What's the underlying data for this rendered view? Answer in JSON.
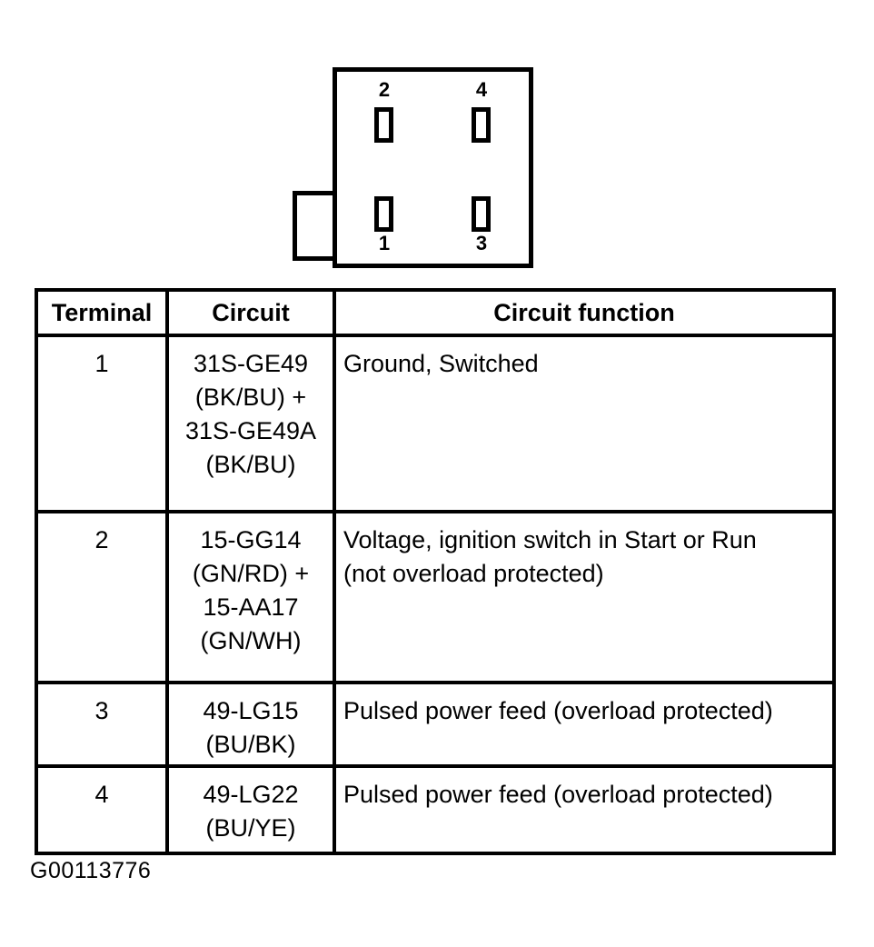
{
  "colors": {
    "ink": "#000000",
    "paper": "#ffffff"
  },
  "connector": {
    "description": "4-cavity connector face view with keying tab on left side",
    "pins": [
      {
        "number": "2",
        "position": "top-left"
      },
      {
        "number": "4",
        "position": "top-right"
      },
      {
        "number": "1",
        "position": "bottom-left"
      },
      {
        "number": "3",
        "position": "bottom-right"
      }
    ]
  },
  "table": {
    "headers": [
      "Terminal",
      "Circuit",
      "Circuit function"
    ],
    "rows": [
      {
        "terminal": "1",
        "circuit": "31S-GE49\n(BK/BU) +\n31S-GE49A\n(BK/BU)",
        "function": "Ground, Switched"
      },
      {
        "terminal": "2",
        "circuit": "15-GG14\n(GN/RD) +\n15-AA17\n(GN/WH)",
        "function": "Voltage, ignition switch in Start or Run\n(not overload protected)"
      },
      {
        "terminal": "3",
        "circuit": "49-LG15\n(BU/BK)",
        "function": "Pulsed power feed (overload protected)"
      },
      {
        "terminal": "4",
        "circuit": "49-LG22\n(BU/YE)",
        "function": "Pulsed power feed (overload protected)"
      }
    ]
  },
  "figure_id": "G00113776"
}
